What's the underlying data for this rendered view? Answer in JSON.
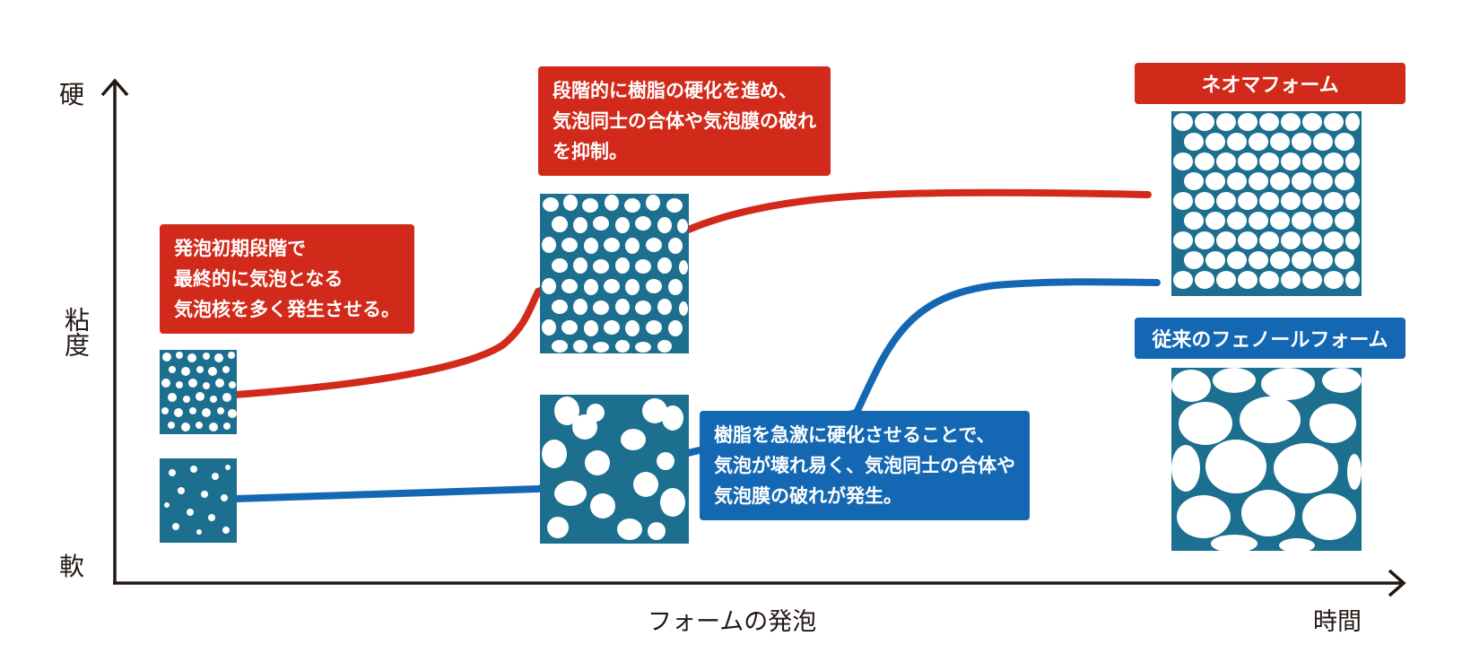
{
  "colors": {
    "neoma": "#d22a1a",
    "conventional": "#1468b3",
    "foam_bg": "#1c6f8e",
    "axis": "#231815"
  },
  "y_axis": {
    "top": "硬",
    "middle": "粘度",
    "bottom": "軟"
  },
  "x_axis": {
    "label": "フォームの発泡",
    "end": "時間"
  },
  "callouts": {
    "initial": [
      "発泡初期段階で",
      "最終的に気泡となる",
      "気泡核を多く発生させる。"
    ],
    "gradual": [
      "段階的に樹脂の硬化を進め、",
      "気泡同士の合体や気泡膜の破れ",
      "を抑制。"
    ],
    "rapid": [
      "樹脂を急激に硬化させることで、",
      "気泡が壊れ易く、気泡同士の合体や",
      "気泡膜の破れが発生。"
    ]
  },
  "tags": {
    "neoma": "ネオマフォーム",
    "conventional": "従来のフェノールフォーム"
  }
}
